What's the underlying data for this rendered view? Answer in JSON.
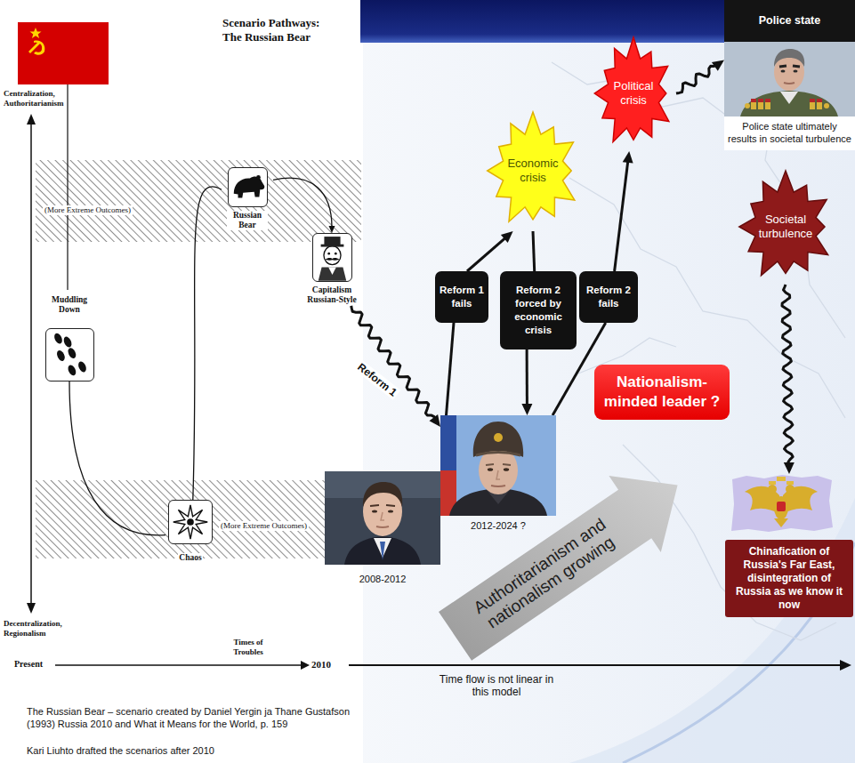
{
  "diagram": {
    "title": "Scenario Pathways: The Russian Bear",
    "caption": "The Russian Bear – scenario created by Daniel Yergin ja Thane Gustafson (1993) Russia 2010 and What it Means for the World, p. 159",
    "nodes": [
      {
        "text": [
          "Muddling Down"
        ]
      },
      {
        "text": [
          "Russian Bear"
        ]
      },
      {
        "text": [
          "Capitalism Russian-Style"
        ]
      },
      {
        "text": [
          "Chaos"
        ]
      },
      {
        "text": [
          "Economic crisis"
        ]
      },
      {
        "text": [
          "Political crisis"
        ]
      },
      {
        "text": [
          "Police state",
          "Police state ultimately results in societal turbulence"
        ]
      },
      {
        "text": [
          "Reform 1 fails"
        ]
      },
      {
        "text": [
          "Reform 2 forced by economic crisis"
        ]
      },
      {
        "text": [
          "Reform 2 fails"
        ]
      },
      {
        "text": [
          "Societal turbulence"
        ]
      },
      {
        "text": [
          "Nationalism-minded leader ?"
        ]
      },
      {
        "text": [
          "2008-2012"
        ]
      },
      {
        "text": [
          "2012-2024 ?"
        ]
      },
      {
        "text": [
          "Authoritarianism and nationalism growing"
        ]
      },
      {
        "text": [
          "Chinafication of Russia's Far East, disintegration of Russia as we know it now"
        ]
      }
    ],
    "edges": [
      {
        "from": 0,
        "to": 3,
        "arrow": "none"
      },
      {
        "from": 3,
        "to": 1,
        "arrow": "none"
      },
      {
        "from": 1,
        "to": 2,
        "arrow": "to"
      },
      {
        "from": 2,
        "to": 13,
        "label": "Reform 1",
        "arrow": "to"
      },
      {
        "from": 13,
        "to": 7,
        "arrow": "none"
      },
      {
        "from": 7,
        "to": 4,
        "arrow": "to"
      },
      {
        "from": 4,
        "to": 8,
        "arrow": "none"
      },
      {
        "from": 8,
        "to": 13,
        "arrow": "to"
      },
      {
        "from": 13,
        "to": 9,
        "arrow": "none"
      },
      {
        "from": 9,
        "to": 5,
        "arrow": "to"
      },
      {
        "from": 5,
        "to": 6,
        "arrow": "to"
      },
      {
        "from": 10,
        "to": 15,
        "arrow": "to"
      }
    ],
    "labels": [
      "Centralization, Authoritarianism",
      "Decentralization, Regionalism",
      "(More Extreme Outcomes)",
      "(More Extreme Outcomes)",
      "Present",
      "Times of Troubles",
      "2010",
      "Time flow is not linear in this model",
      "Kari Liuhto drafted the scenarios after 2010"
    ]
  }
}
